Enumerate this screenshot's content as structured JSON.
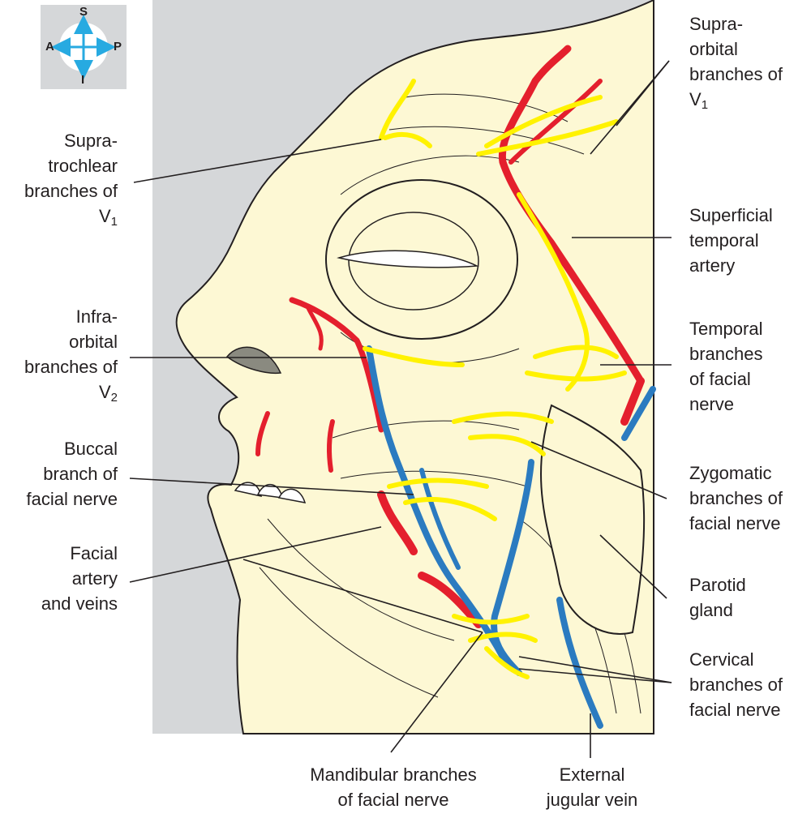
{
  "compass": {
    "superior": "S",
    "inferior": "I",
    "anterior": "A",
    "posterior": "P"
  },
  "colors": {
    "background_panel": "#d5d7d9",
    "skin": "#fdf8d4",
    "artery": "#e41f2d",
    "vein": "#2b7bc0",
    "nerve": "#fff200",
    "compass_arrow": "#27aae1",
    "outline": "#231f20"
  },
  "labels": {
    "supratrochlear": {
      "l1": "Supra-",
      "l2": "trochlear",
      "l3": "branches of",
      "l4": "V",
      "l4sub": "1"
    },
    "infraorbital": {
      "l1": "Infra-",
      "l2": "orbital",
      "l3": "branches of",
      "l4": "V",
      "l4sub": "2"
    },
    "buccal": {
      "l1": "Buccal",
      "l2": "branch of",
      "l3": "facial nerve"
    },
    "facial_artery": {
      "l1": "Facial",
      "l2": "artery",
      "l3": "and veins"
    },
    "supraorbital": {
      "l1": "Supra-",
      "l2": "orbital",
      "l3": "branches of",
      "l4": "V",
      "l4sub": "1"
    },
    "superficial_temporal": {
      "l1": "Superficial",
      "l2": "temporal",
      "l3": "artery"
    },
    "temporal_branches": {
      "l1": "Temporal",
      "l2": "branches",
      "l3": "of facial",
      "l4": "nerve"
    },
    "zygomatic": {
      "l1": "Zygomatic",
      "l2": "branches of",
      "l3": "facial nerve"
    },
    "parotid": {
      "l1": "Parotid",
      "l2": "gland"
    },
    "cervical": {
      "l1": "Cervical",
      "l2": "branches of",
      "l3": "facial nerve"
    },
    "mandibular": {
      "l1": "Mandibular branches",
      "l2": "of facial nerve"
    },
    "external_jugular": {
      "l1": "External",
      "l2": "jugular vein"
    }
  }
}
